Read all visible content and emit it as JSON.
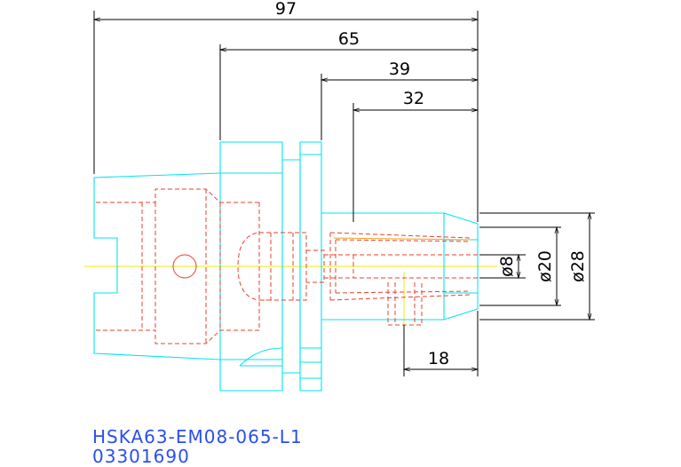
{
  "dimensions": {
    "overall_length": "97",
    "flange_to_end": "65",
    "collar_to_end": "39",
    "nose_to_end": "32",
    "bore_depth": "18",
    "dia_bore": "ø8",
    "dia_nose_inner": "ø20",
    "dia_nose_outer": "ø28"
  },
  "caption": {
    "model": "HSKA63-EM08-065-L1",
    "part_no": "03301690"
  },
  "colors": {
    "outline": "#00e5ee",
    "hidden": "#e8402c",
    "centerline": "#ecec00",
    "dimension": "#000000",
    "caption": "#2a4ff0"
  }
}
